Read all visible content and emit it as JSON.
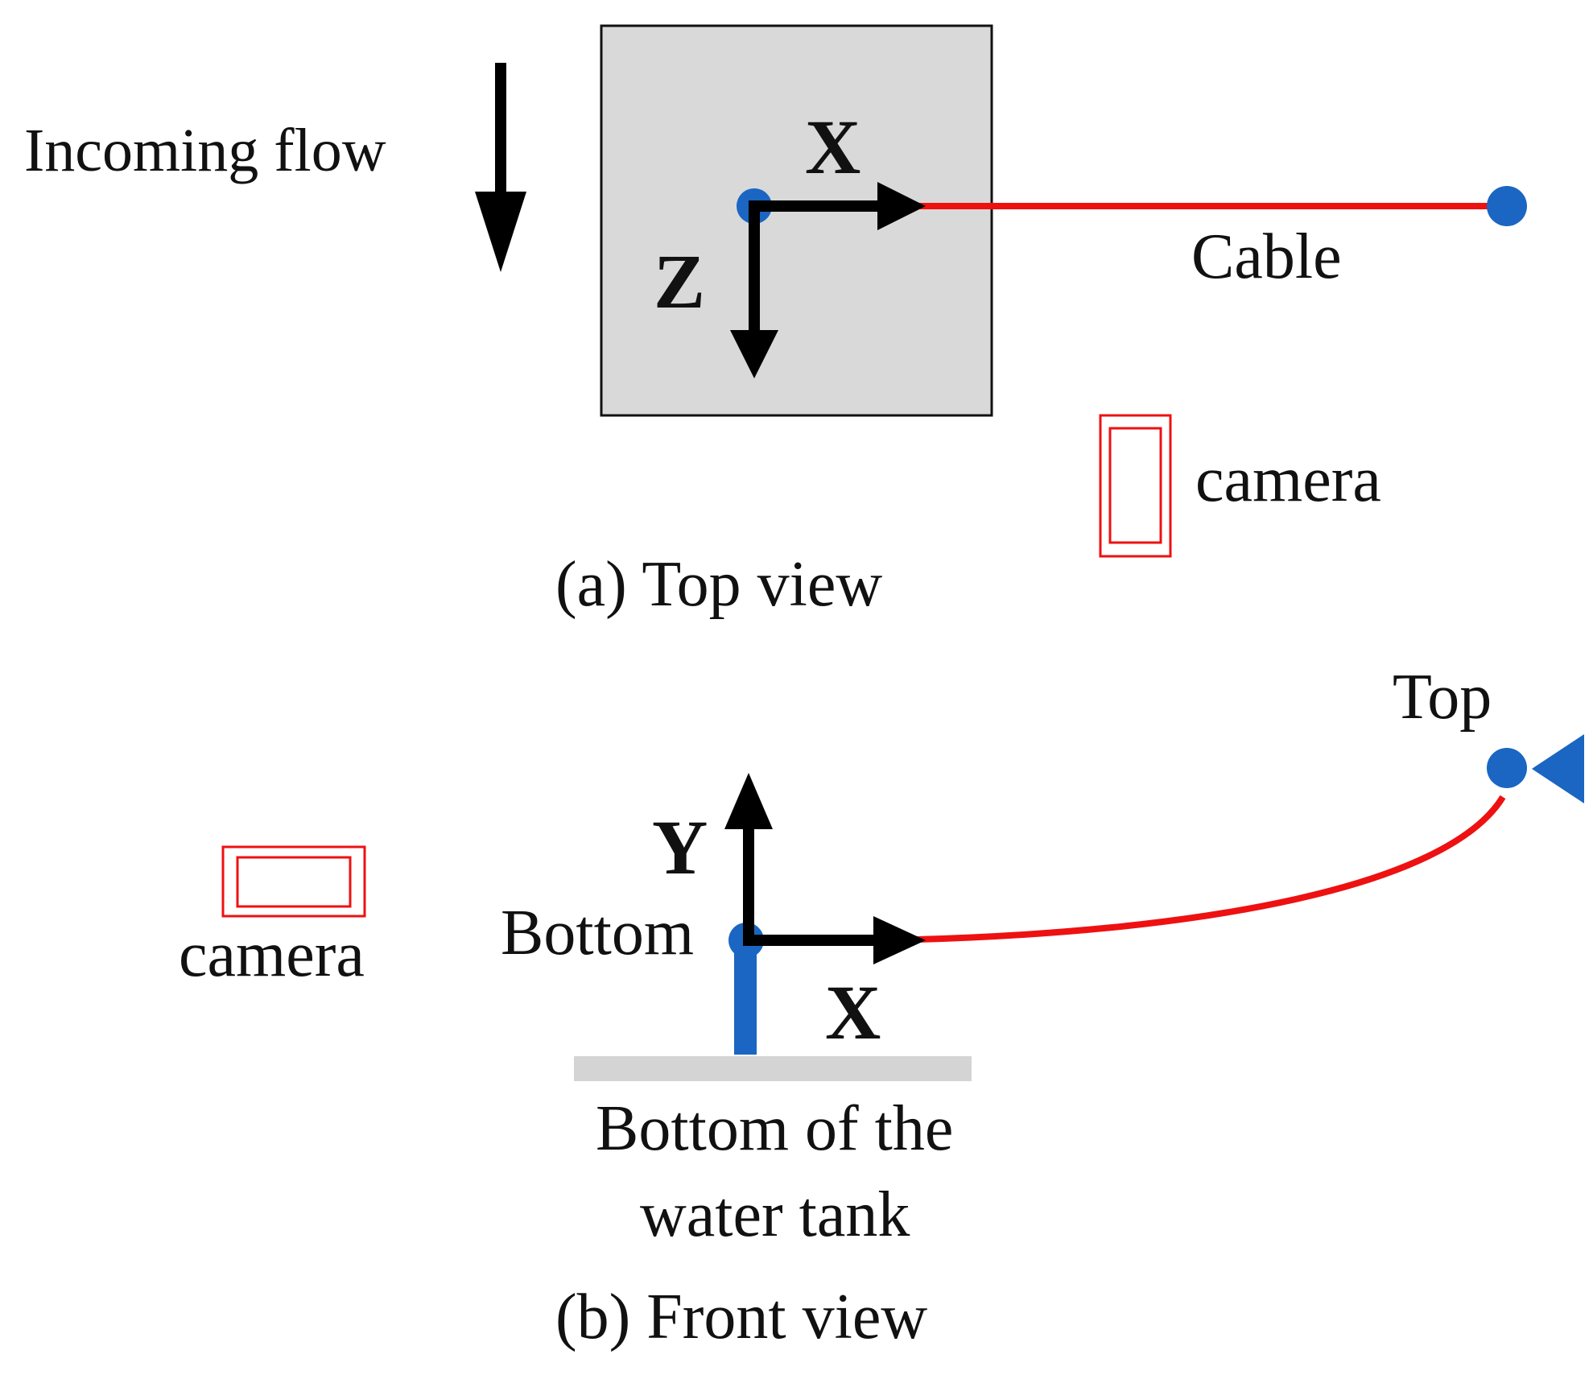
{
  "top_view": {
    "caption": "(a) Top view",
    "flow_label": "Incoming flow",
    "axis_x_label": "X",
    "axis_z_label": "Z",
    "cable_label": "Cable",
    "camera_label": "camera"
  },
  "front_view": {
    "caption": "(b) Front view",
    "axis_y_label": "Y",
    "axis_x_label": "X",
    "bottom_label": "Bottom",
    "top_label": "Top",
    "camera_label": "camera",
    "tank_label_line1": "Bottom of the",
    "tank_label_line2": "water tank"
  },
  "colors": {
    "cable": "#ee1111",
    "node": "#1a66c2",
    "arrow": "#000000",
    "box_fill": "#d9d9d9",
    "camera": "#ee1111",
    "tank_floor": "#d4d4d4",
    "post": "#1a66c2"
  }
}
